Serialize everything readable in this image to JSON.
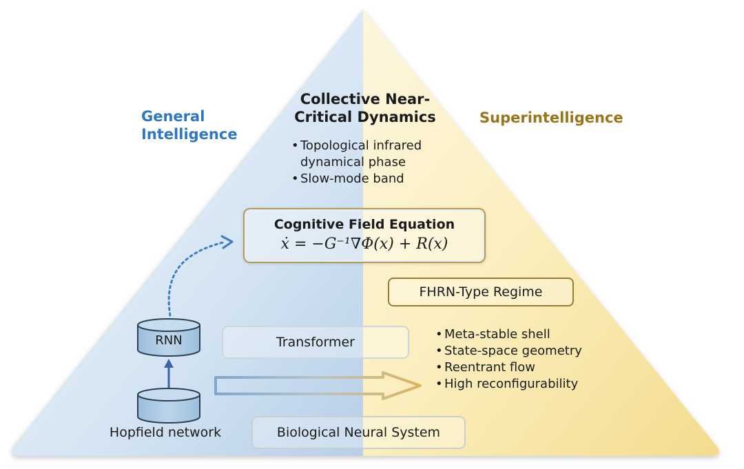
{
  "general_intelligence": "General Intelligence",
  "superintelligence": "Superintelligence",
  "peak": {
    "title": "Collective Near-Critical Dynamics",
    "bullets": [
      "Topological infrared dynamical phase",
      "Slow-mode band"
    ]
  },
  "cognitive_field": {
    "title": "Cognitive Field Equation",
    "equation": "ẋ = −G⁻¹∇Φ(x) + R(x)"
  },
  "fhrn_regime": "FHRN-Type Regime",
  "rnn": "RNN",
  "transformer": "Transformer",
  "hopfield": "Hopfield network",
  "biological": "Biological Neural System",
  "properties": [
    "Meta-stable shell",
    "State-space geometry",
    "Reentrant flow",
    "High reconfigurability"
  ],
  "colors": {
    "left_accent": "#2f77c0",
    "right_accent": "#9a7418",
    "left_fill": "#c3d8ee",
    "right_fill": "#f8e6a8"
  }
}
